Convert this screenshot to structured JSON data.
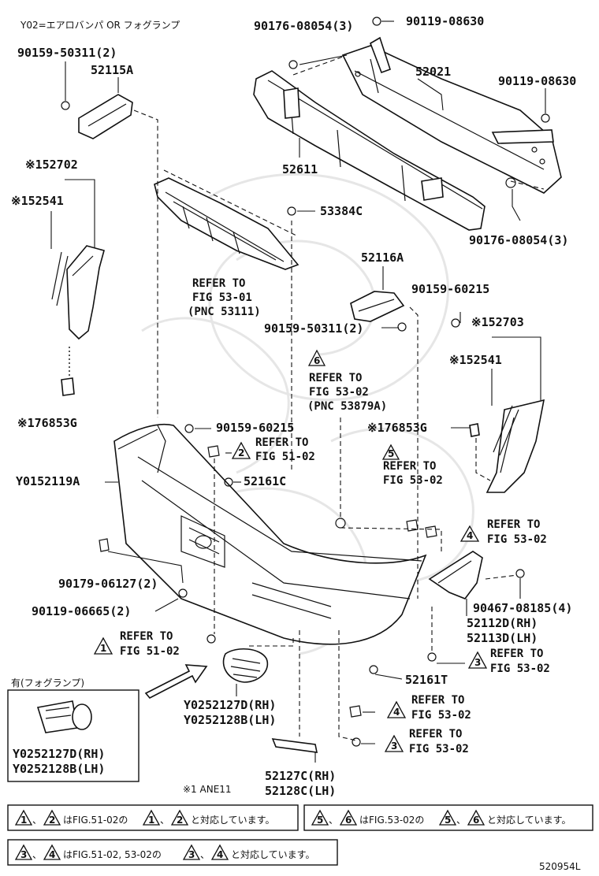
{
  "header_note": "Y02=エアロバンパ OR フォグランプ",
  "parts": {
    "p90176_top": "90176-08054(3)",
    "p90119_top": "90119-08630",
    "p90159_5031_top": "90159-50311(2)",
    "p52115A": "52115A",
    "p52021": "52021",
    "p90119_right": "90119-08630",
    "p152702": "※152702",
    "p152541_left": "※152541",
    "p52611": "52611",
    "p53384C": "53384C",
    "p90176_right": "90176-08054(3)",
    "p52116A": "52116A",
    "p90159_6021_mid": "90159-60215",
    "p90159_5031_mid": "90159-50311(2)",
    "p152703": "※152703",
    "p152541_right": "※152541",
    "p176853G_left": "※176853G",
    "p176853G_right": "※176853G",
    "p90159_6021_low": "90159-60215",
    "pY0152119A": "Y0152119A",
    "p52161C": "52161C",
    "p90179": "90179-06127(2)",
    "p90119_066": "90119-06665(2)",
    "p90467": "90467-08185(4)",
    "p52112D": "52112D(RH)",
    "p52113D": "52113D(LH)",
    "p52161T": "52161T",
    "pY0252127D_mid": "Y0252127D(RH)",
    "pY0252128B_mid": "Y0252128B(LH)",
    "pY0252127D_box": "Y0252127D(RH)",
    "pY0252128B_box": "Y0252128B(LH)",
    "p52127C": "52127C(RH)",
    "p52128C": "52128C(LH)"
  },
  "refs": {
    "grille_l1": "REFER TO",
    "grille_l2": "FIG 53-01",
    "grille_l3": "(PNC 53111)",
    "r6_l1": "REFER TO",
    "r6_l2": "FIG 53-02",
    "r6_l3": "(PNC 53879A)",
    "r2_l1": "REFER TO",
    "r2_l2": "FIG 51-02",
    "r5_l1": "REFER TO",
    "r5_l2": "FIG 53-02",
    "r4a_l1": "REFER TO",
    "r4a_l2": "FIG 53-02",
    "r1_l1": "REFER TO",
    "r1_l2": "FIG 51-02",
    "r3a_l1": "REFER TO",
    "r3a_l2": "FIG 53-02",
    "r4b_l1": "REFER TO",
    "r4b_l2": "FIG 53-02",
    "r3b_l1": "REFER TO",
    "r3b_l2": "FIG 53-02"
  },
  "triangles": {
    "t1": "1",
    "t2": "2",
    "t3": "3",
    "t4": "4",
    "t5": "5",
    "t6": "6"
  },
  "fog_box_title": "有(フォグランプ)",
  "footnote": "※1 ANE11",
  "notes": {
    "n1_a": "1",
    "n1_sep": "、",
    "n1_b": "2",
    "n1_text": "はFIG.51-02の",
    "n1_c": "1",
    "n1_sep2": "、",
    "n1_d": "2",
    "n1_end": "と対応しています。",
    "n2_a": "5",
    "n2_sep": "、",
    "n2_b": "6",
    "n2_text": "はFIG.53-02の",
    "n2_c": "5",
    "n2_sep2": "、",
    "n2_d": "6",
    "n2_end": "と対応しています。",
    "n3_a": "3",
    "n3_sep": "、",
    "n3_b": "4",
    "n3_text": "はFIG.51-02, 53-02の",
    "n3_c": "3",
    "n3_sep2": "、",
    "n3_d": "4",
    "n3_end": "と対応しています。"
  },
  "diagram_code": "520954L"
}
